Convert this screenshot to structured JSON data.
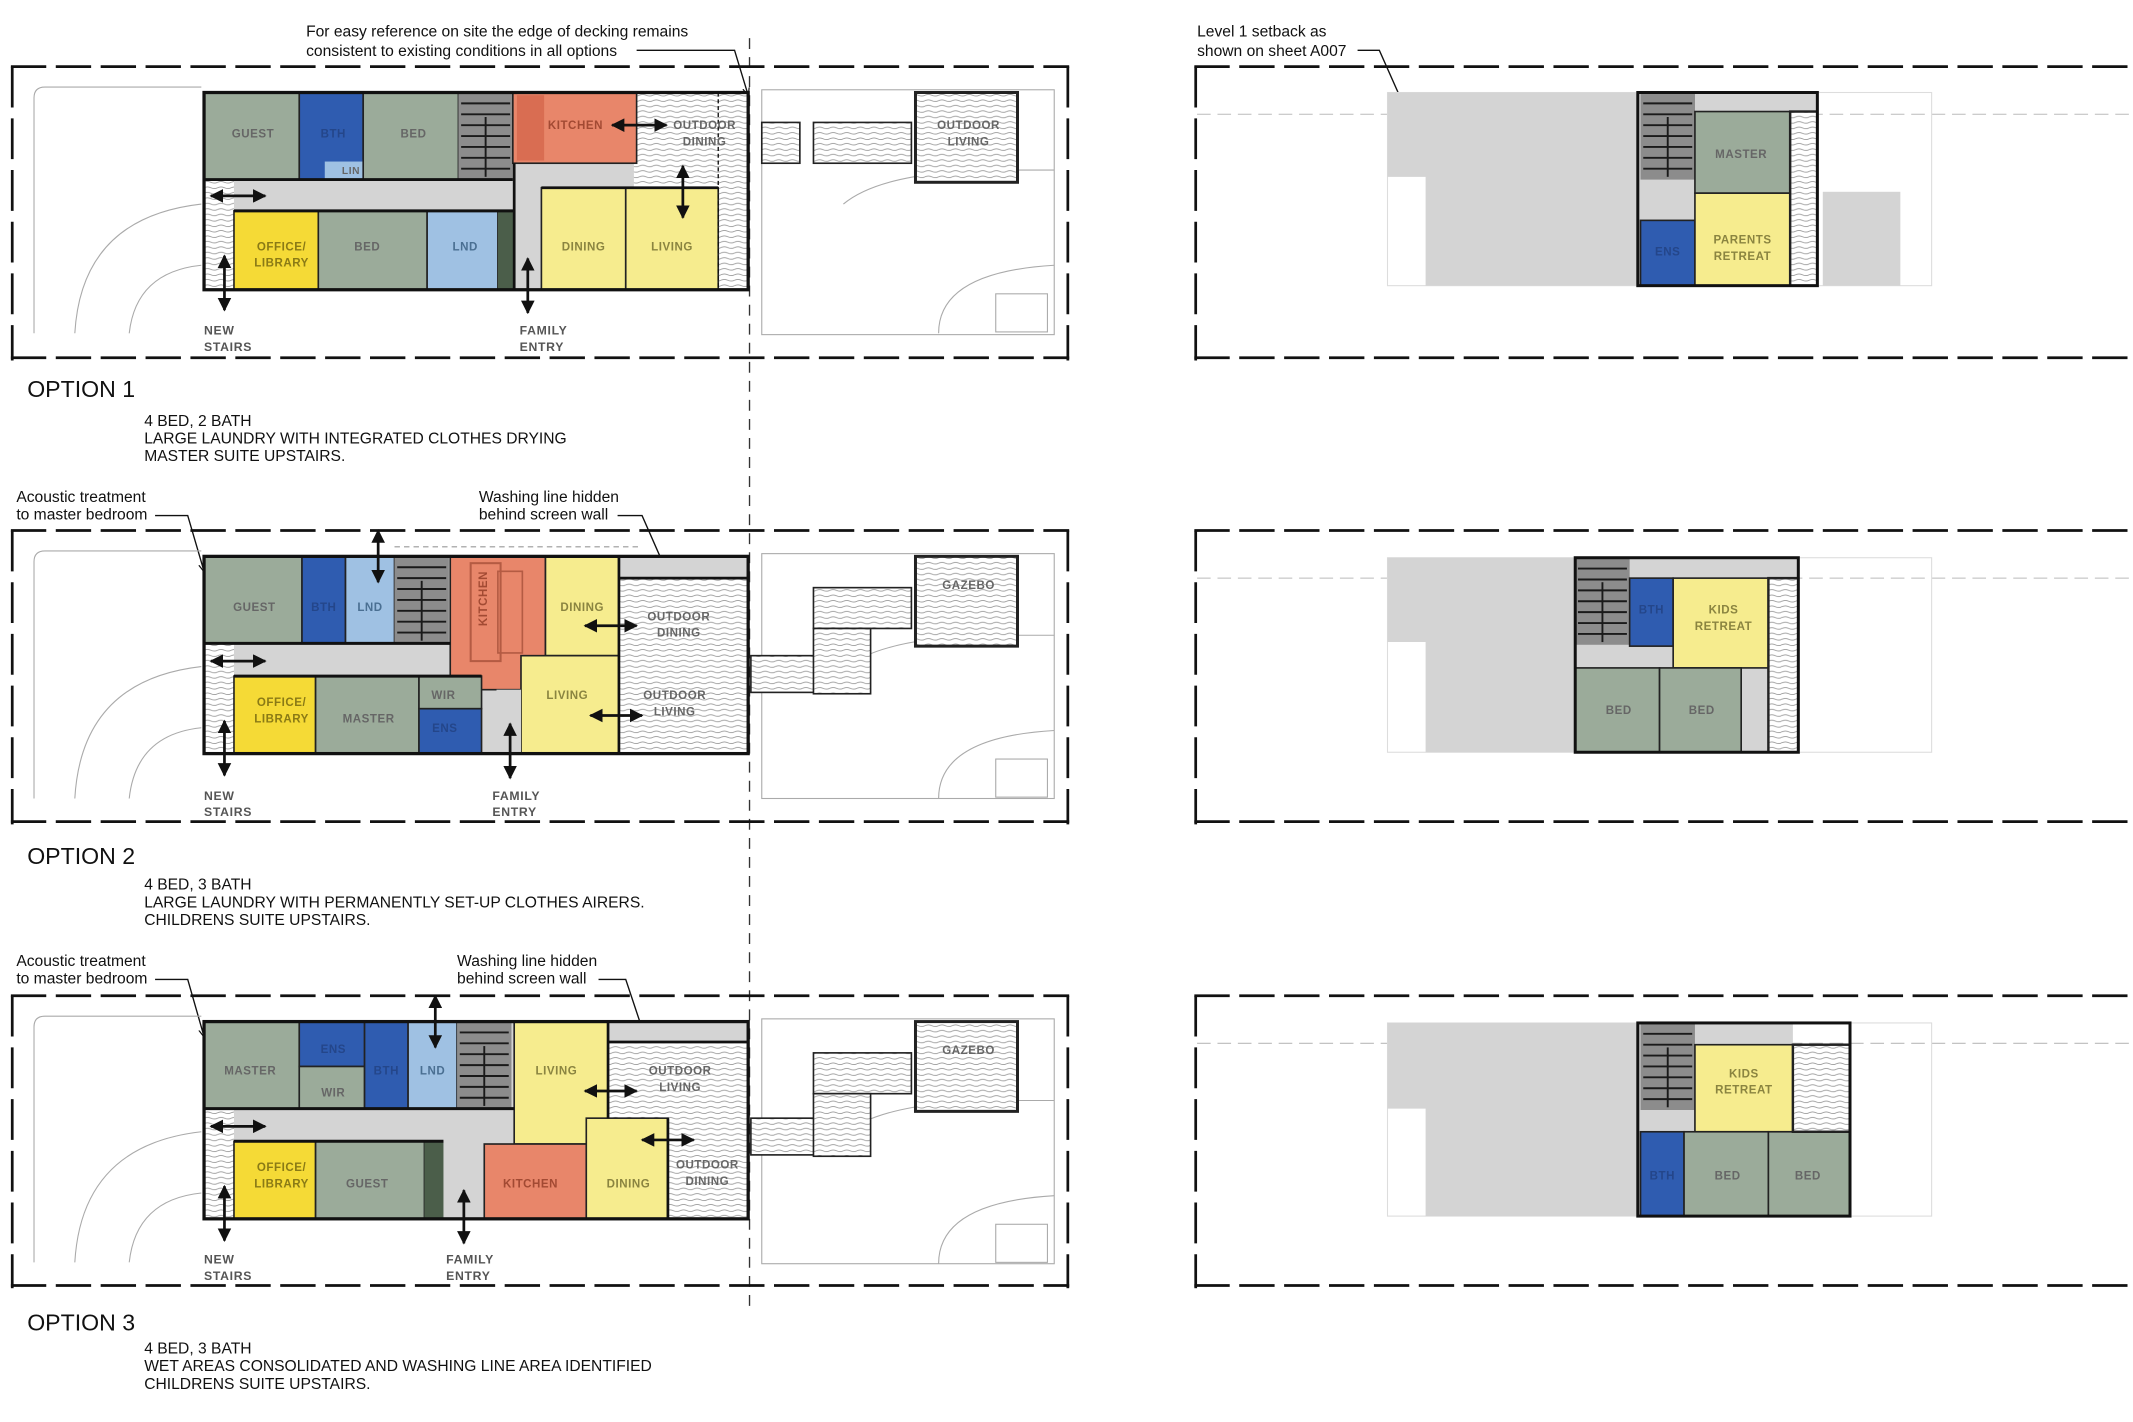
{
  "notes": {
    "decking": [
      "For easy reference on site the edge of decking remains",
      "consistent to existing conditions in all options"
    ],
    "setback": [
      "Level 1 setback as",
      "shown on sheet A007"
    ],
    "acoustic": [
      "Acoustic treatment",
      "to master bedroom"
    ],
    "washing": [
      "Washing line hidden",
      "behind screen wall"
    ]
  },
  "options": [
    {
      "title": "OPTION 1",
      "desc": [
        "4 BED, 2 BATH",
        "LARGE LAUNDRY WITH INTEGRATED CLOTHES DRYING",
        "MASTER SUITE UPSTAIRS."
      ],
      "stairs": [
        "NEW",
        "STAIRS"
      ],
      "entry": [
        "FAMILY",
        "ENTRY"
      ],
      "rooms": {
        "guest": "GUEST",
        "bth": "BTH",
        "bed1": "BED",
        "lin": "LIN",
        "kitchen": "KITCHEN",
        "outdoor_dining": [
          "OUTDOOR",
          "DINING"
        ],
        "office": [
          "OFFICE/",
          "LIBRARY"
        ],
        "bed2": "BED",
        "lnd": "LND",
        "dining": "DINING",
        "living": "LIVING",
        "outdoor_living": [
          "OUTDOOR",
          "LIVING"
        ]
      },
      "upper": {
        "master": "MASTER",
        "ens": "ENS",
        "parents": [
          "PARENTS",
          "RETREAT"
        ]
      }
    },
    {
      "title": "OPTION 2",
      "desc": [
        "4 BED, 3 BATH",
        "LARGE LAUNDRY WITH PERMANENTLY SET-UP CLOTHES AIRERS.",
        "CHILDRENS SUITE UPSTAIRS."
      ],
      "stairs": [
        "NEW",
        "STAIRS"
      ],
      "entry": [
        "FAMILY",
        "ENTRY"
      ],
      "rooms": {
        "guest": "GUEST",
        "bth": "BTH",
        "lnd": "LND",
        "kitchen": "KITCHEN",
        "dining": "DINING",
        "outdoor_dining": [
          "OUTDOOR",
          "DINING"
        ],
        "office": [
          "OFFICE/",
          "LIBRARY"
        ],
        "master": "MASTER",
        "wir": "WIR",
        "ens": "ENS",
        "living": "LIVING",
        "outdoor_living": [
          "OUTDOOR",
          "LIVING"
        ],
        "gazebo": "GAZEBO"
      },
      "upper": {
        "bth": "BTH",
        "kids": [
          "KIDS",
          "RETREAT"
        ],
        "bed1": "BED",
        "bed2": "BED"
      }
    },
    {
      "title": "OPTION 3",
      "desc": [
        "4 BED, 3 BATH",
        "WET AREAS CONSOLIDATED AND WASHING LINE AREA IDENTIFIED",
        "CHILDRENS SUITE UPSTAIRS."
      ],
      "stairs": [
        "NEW",
        "STAIRS"
      ],
      "entry": [
        "FAMILY",
        "ENTRY"
      ],
      "rooms": {
        "master": "MASTER",
        "ens": "ENS",
        "wir": "WIR",
        "bth": "BTH",
        "lnd": "LND",
        "living": "LIVING",
        "outdoor_living": [
          "OUTDOOR",
          "LIVING"
        ],
        "office": [
          "OFFICE/",
          "LIBRARY"
        ],
        "guest": "GUEST",
        "kitchen": "KITCHEN",
        "dining": "DINING",
        "outdoor_dining": [
          "OUTDOOR",
          "DINING"
        ],
        "gazebo": "GAZEBO"
      },
      "upper": {
        "kids": [
          "KIDS",
          "RETREAT"
        ],
        "bth": "BTH",
        "bed1": "BED",
        "bed2": "BED"
      }
    }
  ],
  "colors": {
    "green": "#9bab9a",
    "blue": "#2f5cb0",
    "lightblue": "#9fc1e3",
    "yellow": "#f6ec8e",
    "orange": "#e8866a",
    "gray": "#d4d4d4",
    "dark": "#8a8a8a"
  }
}
